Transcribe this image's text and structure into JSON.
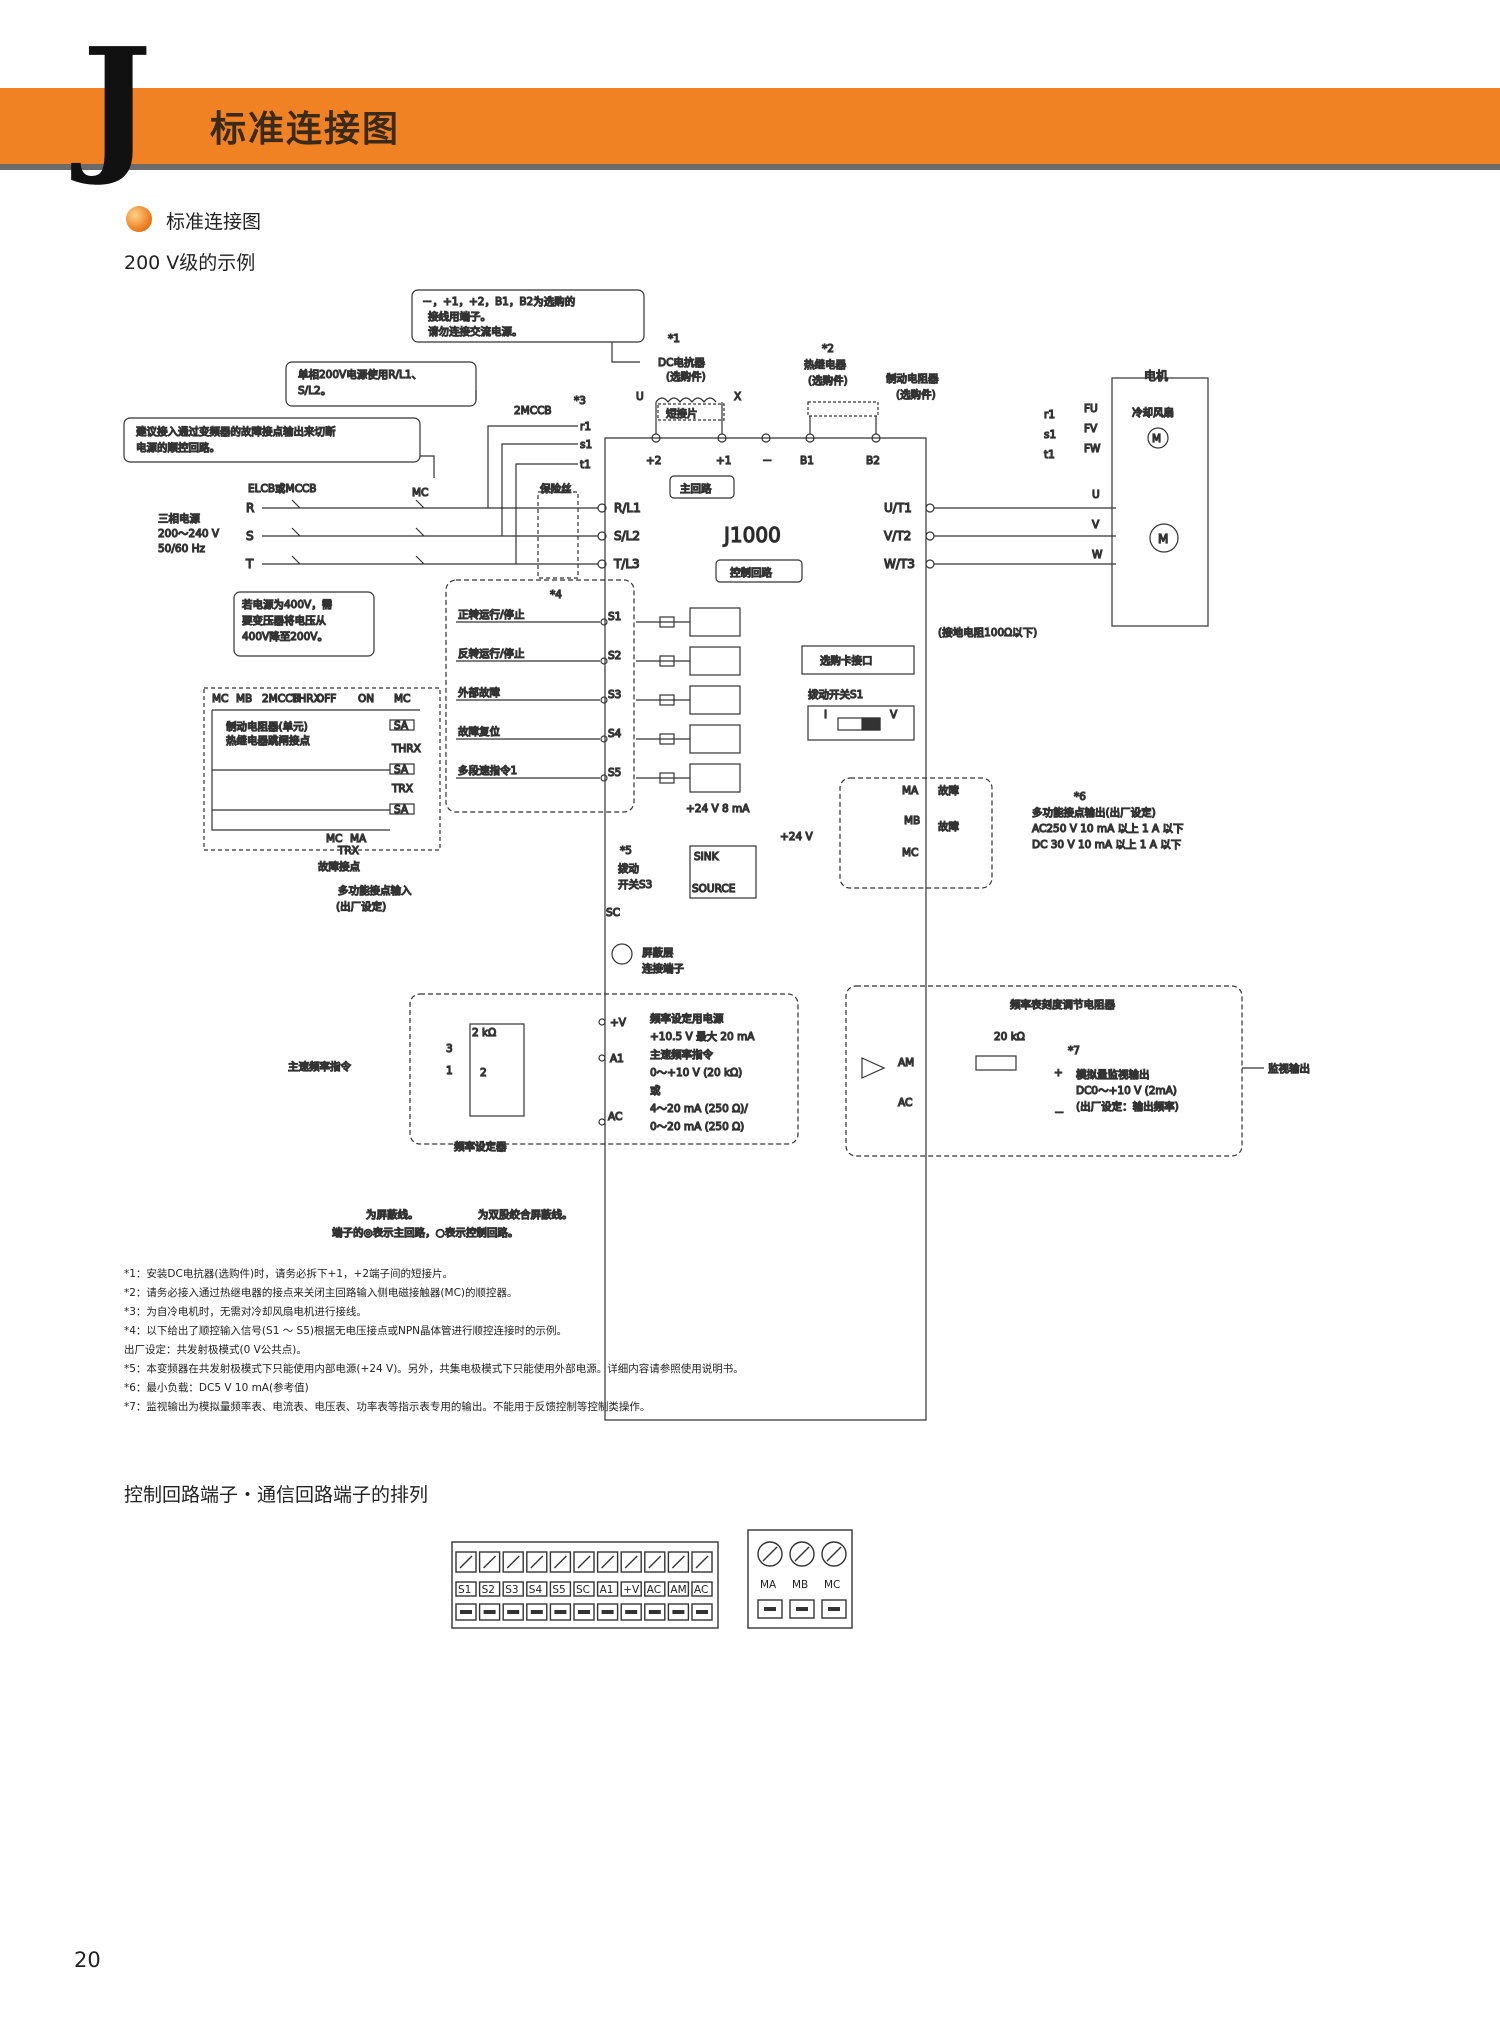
{
  "header": {
    "letter": "J",
    "title": "标准连接图"
  },
  "section": {
    "title": "标准连接图",
    "subtitle": "200 V级的示例"
  },
  "callouts": {
    "dc_terminal_note": [
      "－，+1，+2，B1，B2为选购的",
      "接线用端子。",
      "请勿连接交流电源。"
    ],
    "single_phase_note": [
      "单相200V电源使用R/L1、",
      "S/L2。"
    ],
    "fault_contact_note": [
      "建议接入通过变频器的故障接点输出来切断",
      "电源的顺控回路。"
    ],
    "transformer_note": [
      "若电源为400V，需",
      "要变压器将电压从",
      "400V降至200V。"
    ]
  },
  "power": {
    "breaker": "ELCB或MCCB",
    "mc": "MC",
    "phases": [
      "R",
      "S",
      "T"
    ],
    "supply": [
      "三相电源",
      "200～240 V",
      "50/60 Hz"
    ],
    "fan_breaker": "2MCCB",
    "fan_breaker_star": "*3",
    "fan_outputs": [
      "r1",
      "s1",
      "t1"
    ],
    "fuse": "保险丝"
  },
  "dc_bus": {
    "star1": "*1",
    "reactor": [
      "DC电抗器",
      "(选购件)"
    ],
    "u": "U",
    "x": "X",
    "jumper": "短接片",
    "star2": "*2",
    "relay": [
      "热继电器",
      "(选购件)"
    ],
    "resistor": [
      "制动电阻器",
      "(选购件)"
    ],
    "terminals": [
      "+2",
      "+1",
      "－",
      "B1",
      "B2"
    ]
  },
  "inverter": {
    "model": "J1000",
    "main_circuit": "主回路",
    "control_circuit": "控制回路",
    "inputs": [
      "R/L1",
      "S/L2",
      "T/L3"
    ],
    "outputs": [
      "U/T1",
      "V/T2",
      "W/T3"
    ],
    "ground_note": "(接地电阻100Ω以下)",
    "option_port": "选购卡接口",
    "dip_switch": "拨动开关S1",
    "dip_i": "I",
    "dip_v": "V"
  },
  "motor": {
    "title": "电机",
    "fan_labels": [
      "r1",
      "s1",
      "t1"
    ],
    "fan_terms": [
      "FU",
      "FV",
      "FW"
    ],
    "fan": "冷却风扇",
    "fan_m": "M",
    "motor_m": "M",
    "uvw": [
      "U",
      "V",
      "W"
    ]
  },
  "digital_inputs": {
    "star4": "*4",
    "items": [
      {
        "name": "正转运行/停止",
        "term": "S1"
      },
      {
        "name": "反转运行/停止",
        "term": "S2"
      },
      {
        "name": "外部故障",
        "term": "S3"
      },
      {
        "name": "故障复位",
        "term": "S4"
      },
      {
        "name": "多段速指令1",
        "term": "S5"
      }
    ],
    "supply": "+24 V 8 mA",
    "star5": "*5",
    "switch": [
      "拨动",
      "开关S3"
    ],
    "sink": "SINK",
    "source": "SOURCE",
    "v24": "+24 V",
    "sc": "SC",
    "mf_label": [
      "多功能接点输入",
      "(出厂设定)"
    ]
  },
  "brake_unit": {
    "labels_top": [
      "MC",
      "MB",
      "2MCCB",
      "THRX",
      "OFF",
      "ON",
      "MC"
    ],
    "desc": [
      "制动电阻器(单元)",
      "热继电器跳闸接点"
    ],
    "sa": "SA",
    "mc": "MC",
    "thrx": "THRX",
    "trx": "TRX",
    "bottom": [
      "MC",
      "MA",
      "TRX"
    ],
    "fault_contact": "故障接点"
  },
  "relay_output": {
    "star6": "*6",
    "ma": "MA",
    "mb": "MB",
    "mc": "MC",
    "fault1": "故障",
    "fault2": "故障",
    "desc": [
      "多功能接点输出(出厂设定)",
      "AC250 V  10 mA 以上 1 A 以下",
      "DC  30 V  10 mA 以上 1 A 以下"
    ]
  },
  "shield": {
    "label": [
      "屏蔽层",
      "连接端子"
    ]
  },
  "analog_input": {
    "pot": "2 kΩ",
    "pins": [
      "3",
      "1",
      "2"
    ],
    "main_ref": "主速频率指令",
    "pot_name": "频率设定器",
    "terms": [
      "+V",
      "A1",
      "AC"
    ],
    "desc": [
      "频率设定用电源",
      "+10.5 V 最大 20 mA",
      "主速频率指令",
      "0～+10 V  (20 kΩ)",
      "或",
      "4～20 mA  (250 Ω)/",
      "0～20 mA  (250 Ω)"
    ]
  },
  "analog_output": {
    "title": "频率表刻度调节电阻器",
    "res": "20 kΩ",
    "star7": "*7",
    "am": "AM",
    "ac": "AC",
    "plus": "+",
    "minus": "－",
    "desc": [
      "模拟量监视输出",
      "DC0～+10 V (2mA)",
      "(出厂设定：输出频率)"
    ],
    "monitor": "监视输出"
  },
  "legend": {
    "shield": "为屏蔽线。",
    "twisted": "为双股绞合屏蔽线。",
    "terminal_note": "端子的◎表示主回路，○表示控制回路。"
  },
  "footnotes": [
    "*1：安装DC电抗器(选购件)时，请务必拆下+1，+2端子间的短接片。",
    "*2：请务必接入通过热继电器的接点来关闭主回路输入侧电磁接触器(MC)的顺控器。",
    "*3：为自冷电机时，无需对冷却风扇电机进行接线。",
    "*4：以下给出了顺控输入信号(S1 ～ S5)根据无电压接点或NPN晶体管进行顺控连接时的示例。",
    "     出厂设定：共发射极模式(0 V公共点)。",
    "*5：本变频器在共发射极模式下只能使用内部电源(+24 V)。另外，共集电极模式下只能使用外部电源。详细内容请参照使用说明书。",
    "*6：最小负载：DC5 V 10 mA(参考值)",
    "*7：监视输出为模拟量频率表、电流表、电压表、功率表等指示表专用的输出。不能用于反馈控制等控制类操作。"
  ],
  "terminal_block": {
    "title": "控制回路端子・通信回路端子的排列",
    "control": [
      "S1",
      "S2",
      "S3",
      "S4",
      "S5",
      "SC",
      "A1",
      "+V",
      "AC",
      "AM",
      "AC"
    ],
    "relay": [
      "MA",
      "MB",
      "MC"
    ]
  },
  "page_number": "20"
}
